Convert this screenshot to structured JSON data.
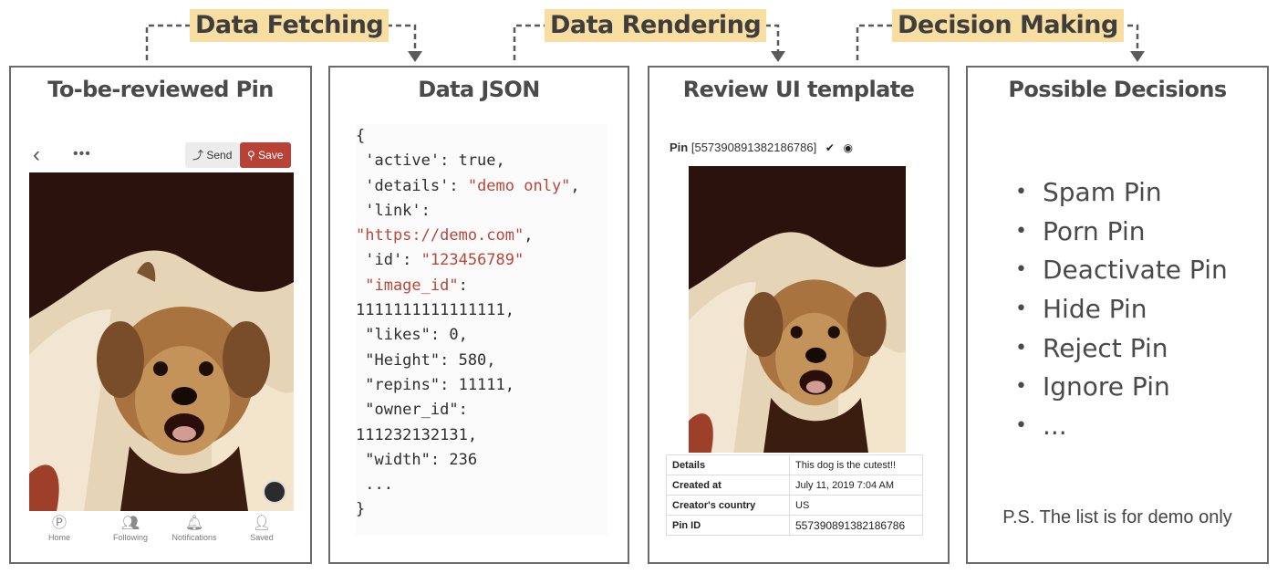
{
  "steps": [
    {
      "label": "Data Fetching"
    },
    {
      "label": "Data Rendering"
    },
    {
      "label": "Decision Making"
    }
  ],
  "panels": {
    "pin": {
      "title": "To-be-reviewed Pin",
      "send_label": "Send",
      "save_label": "Save",
      "nav": [
        "Home",
        "Following",
        "Notifications",
        "Saved"
      ]
    },
    "json": {
      "title": "Data JSON",
      "lines": [
        [
          {
            "t": "{"
          }
        ],
        [
          {
            "t": " 'active': true,"
          }
        ],
        [
          {
            "t": " 'details': "
          },
          {
            "t": "\"demo only\"",
            "s": true
          },
          {
            "t": ","
          }
        ],
        [
          {
            "t": " 'link':"
          }
        ],
        [
          {
            "t": "\"https://demo.com\"",
            "s": true
          },
          {
            "t": ","
          }
        ],
        [
          {
            "t": " 'id': "
          },
          {
            "t": "\"123456789\"",
            "s": true
          }
        ],
        [
          {
            "t": " \"image_id\"",
            "s": true
          },
          {
            "t": ":"
          }
        ],
        [
          {
            "t": "1111111111111111,"
          }
        ],
        [
          {
            "t": " \"likes\": 0,"
          }
        ],
        [
          {
            "t": " \"Height\": 580,"
          }
        ],
        [
          {
            "t": " \"repins\": 11111,"
          }
        ],
        [
          {
            "t": " \"owner_id\":"
          }
        ],
        [
          {
            "t": "111232132131,"
          }
        ],
        [
          {
            "t": " \"width\": 236"
          }
        ],
        [
          {
            "t": " ..."
          }
        ],
        [
          {
            "t": "}"
          }
        ]
      ]
    },
    "review": {
      "title": "Review UI template",
      "pin_label": "Pin",
      "pin_id_bracketed": "[557390891382186786]",
      "rows": [
        {
          "key": "Details",
          "value": "This dog is the cutest!!"
        },
        {
          "key": "Created at",
          "value": "July 11, 2019 7:04 AM"
        },
        {
          "key": "Creator's country",
          "value": "US"
        },
        {
          "key": "Pin ID",
          "value": "557390891382186786"
        }
      ]
    },
    "decisions": {
      "title": "Possible Decisions",
      "items": [
        "Spam Pin",
        "Porn Pin",
        "Deactivate Pin",
        "Hide Pin",
        "Reject Pin",
        "Ignore Pin",
        "..."
      ],
      "note": "P.S. The list is for demo only"
    }
  }
}
